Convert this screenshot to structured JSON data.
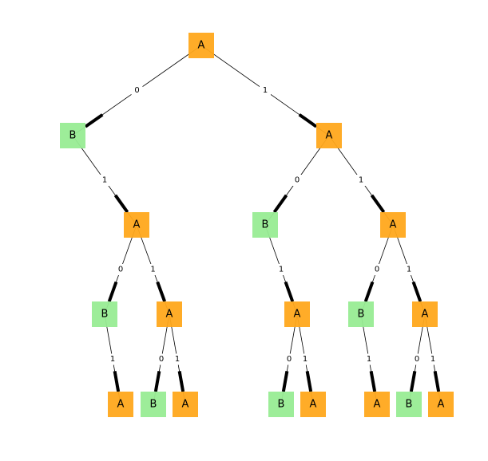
{
  "colors": {
    "A": "#FFA81C",
    "B": "#98EC94",
    "edge": "#000000"
  },
  "nodes": [
    {
      "id": "n0",
      "label": "A"
    },
    {
      "id": "n1",
      "label": "B"
    },
    {
      "id": "n2",
      "label": "A"
    },
    {
      "id": "n3",
      "label": "A"
    },
    {
      "id": "n4",
      "label": "B"
    },
    {
      "id": "n5",
      "label": "A"
    },
    {
      "id": "n6",
      "label": "B"
    },
    {
      "id": "n7",
      "label": "A"
    },
    {
      "id": "n8",
      "label": "A"
    },
    {
      "id": "n9",
      "label": "B"
    },
    {
      "id": "n10",
      "label": "A"
    },
    {
      "id": "n11",
      "label": "A"
    },
    {
      "id": "n12",
      "label": "B"
    },
    {
      "id": "n13",
      "label": "A"
    },
    {
      "id": "n14",
      "label": "B"
    },
    {
      "id": "n15",
      "label": "A"
    },
    {
      "id": "n16",
      "label": "A"
    },
    {
      "id": "n17",
      "label": "B"
    },
    {
      "id": "n18",
      "label": "A"
    }
  ],
  "edges": [
    {
      "from": "n0",
      "to": "n1",
      "label": "0"
    },
    {
      "from": "n0",
      "to": "n2",
      "label": "1"
    },
    {
      "from": "n1",
      "to": "n3",
      "label": "1"
    },
    {
      "from": "n2",
      "to": "n4",
      "label": "0"
    },
    {
      "from": "n2",
      "to": "n5",
      "label": "1"
    },
    {
      "from": "n3",
      "to": "n6",
      "label": "0"
    },
    {
      "from": "n3",
      "to": "n7",
      "label": "1"
    },
    {
      "from": "n4",
      "to": "n8",
      "label": "1"
    },
    {
      "from": "n5",
      "to": "n9",
      "label": "0"
    },
    {
      "from": "n5",
      "to": "n10",
      "label": "1"
    },
    {
      "from": "n6",
      "to": "n11",
      "label": "1"
    },
    {
      "from": "n7",
      "to": "n12",
      "label": "0"
    },
    {
      "from": "n7",
      "to": "n13",
      "label": "1"
    },
    {
      "from": "n8",
      "to": "n14",
      "label": "0"
    },
    {
      "from": "n8",
      "to": "n15",
      "label": "1"
    },
    {
      "from": "n9",
      "to": "n16",
      "label": "1"
    },
    {
      "from": "n10",
      "to": "n17",
      "label": "0"
    },
    {
      "from": "n10",
      "to": "n18",
      "label": "1"
    }
  ]
}
